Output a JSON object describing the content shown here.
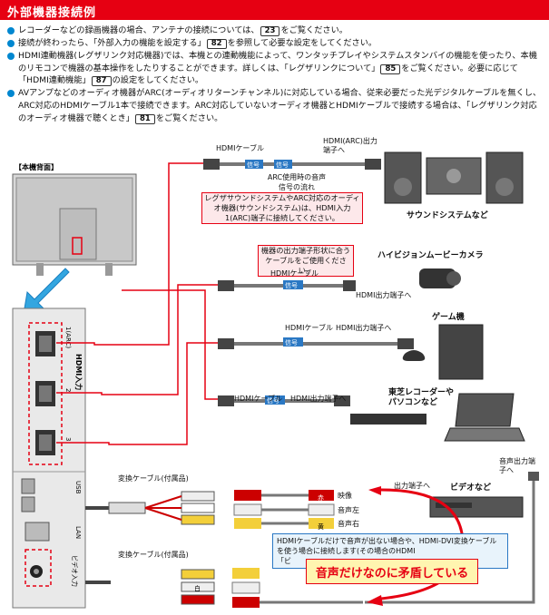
{
  "section": {
    "title": "外部機器接続例"
  },
  "bullets": [
    {
      "pre": "レコーダーなどの録画機器の場合、アンテナの接続については、",
      "ref": "23",
      "post": "をご覧ください。"
    },
    {
      "pre": "接続が終わったら、「外部入力の機能を設定する」",
      "ref": "82",
      "post": "を参照して必要な設定をしてください。"
    },
    {
      "pre": "HDMI連動機器(レグザリンク対応機器)では、本機との連動機能によって、ワンタッチプレイやシステムスタンバイの機能を使ったり、本機のリモコンで機器の基本操作をしたりすることができます。詳しくは、「レグザリンクについて」",
      "ref": "85",
      "post": "をご覧ください。必要に応じて「HDMI連動機能」",
      "ref2": "87",
      "post2": "の設定をしてください。"
    },
    {
      "pre": "AVアンプなどのオーディオ機器がARC(オーディオリターンチャンネル)に対応している場合、従来必要だった光デジタルケーブルを無くし、ARC対応のHDMIケーブル1本で接続できます。ARC対応していないオーディオ機器とHDMIケーブルで接続する場合は、「レグザリンク対応のオーディオ機器で聴くとき」",
      "ref": "81",
      "post": "をご覧ください。"
    }
  ],
  "diagram": {
    "back_label": "【本機背面】",
    "hdmi_cable": "HDMIケーブル",
    "hdmi_arc_out": "HDMI(ARC)出力端子へ",
    "signal": "信号",
    "arc_flow": "ARC使用時の音声信号の流れ",
    "callout_arc": "レグザサウンドシステムやARC対応のオーディオ機器(サウンドシステム)は、HDMI入力1(ARC)端子に接続してください。",
    "callout_cable": "機器の出力端子形状に合うケーブルをご使用ください。",
    "hdmi_out": "HDMI出力端子へ",
    "sound_system": "サウンドシステムなど",
    "camera": "ハイビジョンムービーカメラ",
    "game": "ゲーム機",
    "recorder": "東芝レコーダーやパソコンなど",
    "video": "ビデオなど",
    "conv_cable": "変換ケーブル(付属品)",
    "video_label": "映像",
    "audio_l": "音声左",
    "audio_r": "音声右",
    "out_port": "出力端子へ",
    "audio_out": "音声出力端子へ",
    "hdmi_in_label": "HDMI入力",
    "port1": "1(ARC)",
    "port2": "2",
    "port3": "3",
    "lan": "LAN",
    "usb": "USB",
    "video_in": "ビデオ入力",
    "hdmi_dvi_note": "HDMIケーブルだけで音声が出ない場合や、HDMI-DVI変換ケーブルを使う場合に接続します(その場合のHDMI",
    "hdmi_dvi_note2": "「ビ",
    "annotation": "音声だけなのに矛盾している",
    "white_mark": "白",
    "yellow_mark": "黄",
    "red_mark": "赤"
  },
  "colors": {
    "header": "#e60012",
    "bullet": "#0087d0",
    "signal": "#2a78c4"
  }
}
